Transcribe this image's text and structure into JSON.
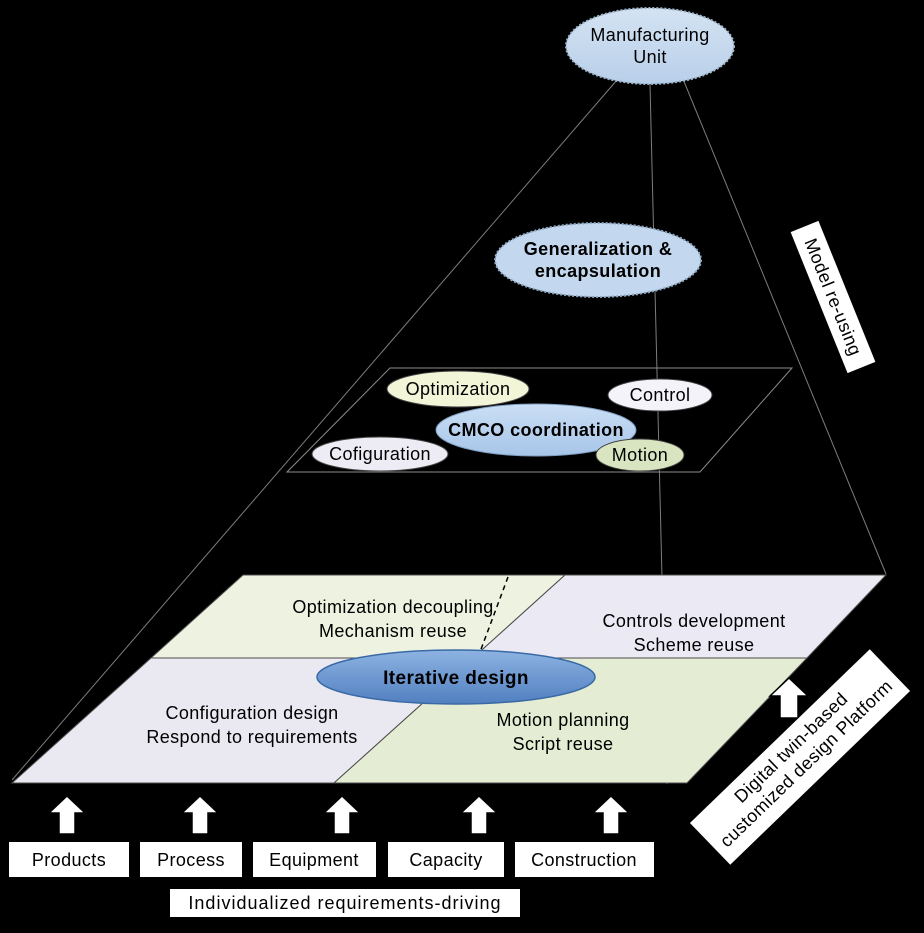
{
  "diagram": {
    "manufacturing_unit": {
      "line1": "Manufacturing",
      "line2": "Unit"
    },
    "generalization": {
      "line1": "Generalization &",
      "line2": "encapsulation"
    },
    "model_reusing_label": "Model re-using",
    "cmco_plane": {
      "optimization": "Optimization",
      "control": "Control",
      "cmco": "CMCO coordination",
      "configuration": "Cofiguration",
      "motion": "Motion"
    },
    "design_plane": {
      "opt_decoupling": {
        "line1": "Optimization decoupling",
        "line2": "Mechanism reuse"
      },
      "controls_dev": {
        "line1": "Controls development",
        "line2": "Scheme reuse"
      },
      "config_design": {
        "line1": "Configuration design",
        "line2": "Respond to requirements"
      },
      "motion_planning": {
        "line1": "Motion planning",
        "line2": "Script reuse"
      },
      "iterative": "Iterative design"
    },
    "platform_label": {
      "line1": "Digital twin-based",
      "line2": "customized design Platform"
    },
    "inputs": [
      "Products",
      "Process",
      "Equipment",
      "Capacity",
      "Construction"
    ],
    "bottom_label": "Individualized requirements-driving",
    "colors": {
      "background": "#000000",
      "top_ellipse": "#c6d9ef",
      "generalization_ellipse": "#c3d7ee",
      "pale_yellow": "#f2f5d8",
      "pale_lavender": "#f5f3fa",
      "lavender_small": "#edebf4",
      "pale_green": "#d8e5c0",
      "pane_green_tl": "#edf2e1",
      "pane_green_br": "#e4edd3",
      "pane_lavender_tr": "#ebe9f3",
      "pane_lavender_bl": "#eae8f1",
      "box_white": "#ffffff"
    }
  }
}
